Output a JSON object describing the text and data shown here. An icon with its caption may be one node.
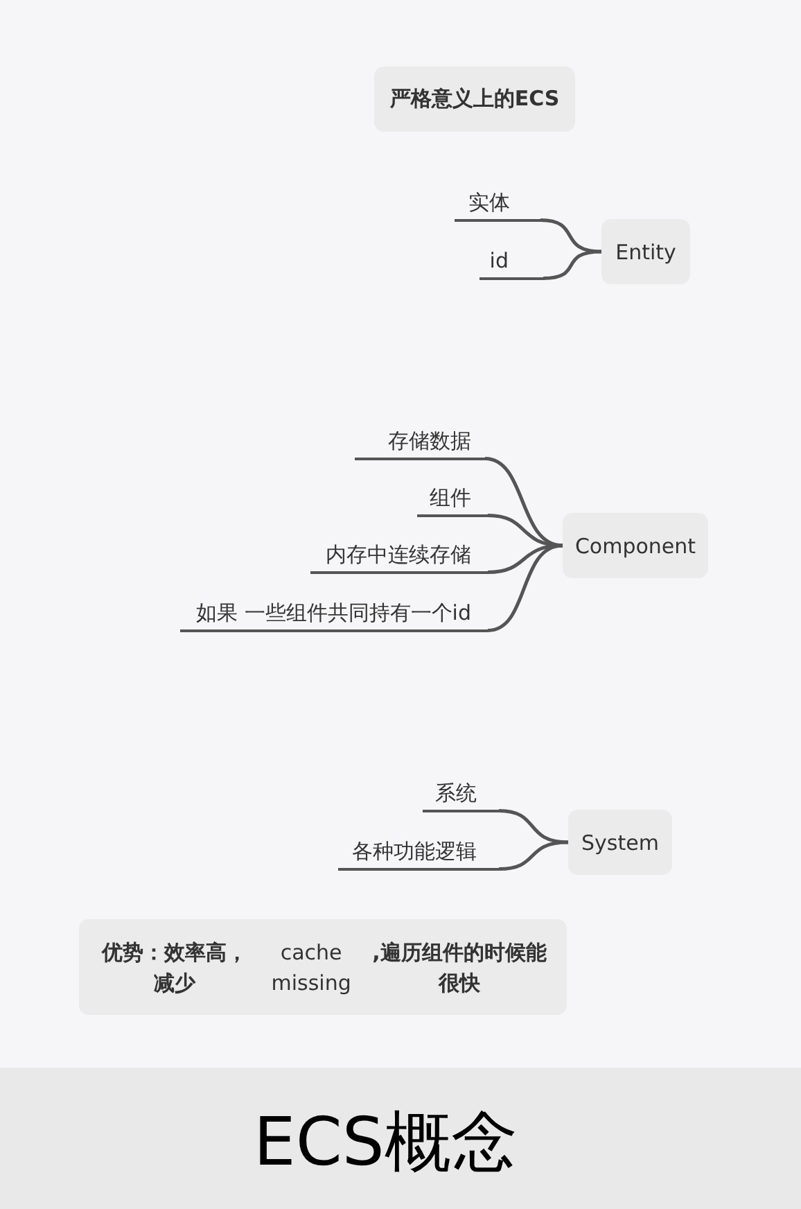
{
  "diagram": {
    "caption": "ECS概念",
    "nodes": [
      {
        "text": [
          "严格意义上的ECS"
        ]
      },
      {
        "text": [
          "实体"
        ]
      },
      {
        "text": [
          "id"
        ]
      },
      {
        "text": [
          "Entity"
        ]
      },
      {
        "text": [
          "存储数据"
        ]
      },
      {
        "text": [
          "组件"
        ]
      },
      {
        "text": [
          "内存中连续存储"
        ]
      },
      {
        "text": [
          "如果 一些组件共同持有一个id"
        ]
      },
      {
        "text": [
          "Component"
        ]
      },
      {
        "text": [
          "系统"
        ]
      },
      {
        "text": [
          "各种功能逻辑"
        ]
      },
      {
        "text": [
          "System"
        ]
      },
      {
        "text": [
          "**优势：效率高，减少**cache missing **,遍历组件的时候能很快**"
        ]
      }
    ],
    "edges": [
      {
        "from": 1,
        "to": 3,
        "arrow": "none"
      },
      {
        "from": 2,
        "to": 3,
        "arrow": "none"
      },
      {
        "from": 4,
        "to": 8,
        "arrow": "none"
      },
      {
        "from": 5,
        "to": 8,
        "arrow": "none"
      },
      {
        "from": 6,
        "to": 8,
        "arrow": "none"
      },
      {
        "from": 7,
        "to": 8,
        "arrow": "none"
      },
      {
        "from": 9,
        "to": 11,
        "arrow": "none"
      },
      {
        "from": 10,
        "to": 11,
        "arrow": "none"
      }
    ]
  }
}
